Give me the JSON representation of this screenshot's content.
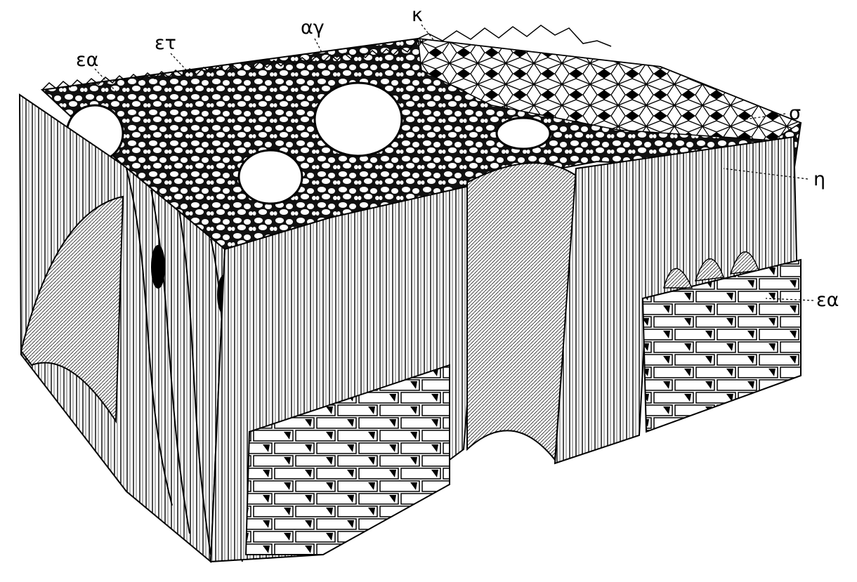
{
  "colors": {
    "ink": "#000000",
    "paper": "#ffffff",
    "shade": "#d9d9d9"
  },
  "labels": {
    "ea_top": "εα",
    "et": "ετ",
    "ag": "αγ",
    "k": "κ",
    "s": "σ",
    "h": "η",
    "ea_right": "εα"
  }
}
